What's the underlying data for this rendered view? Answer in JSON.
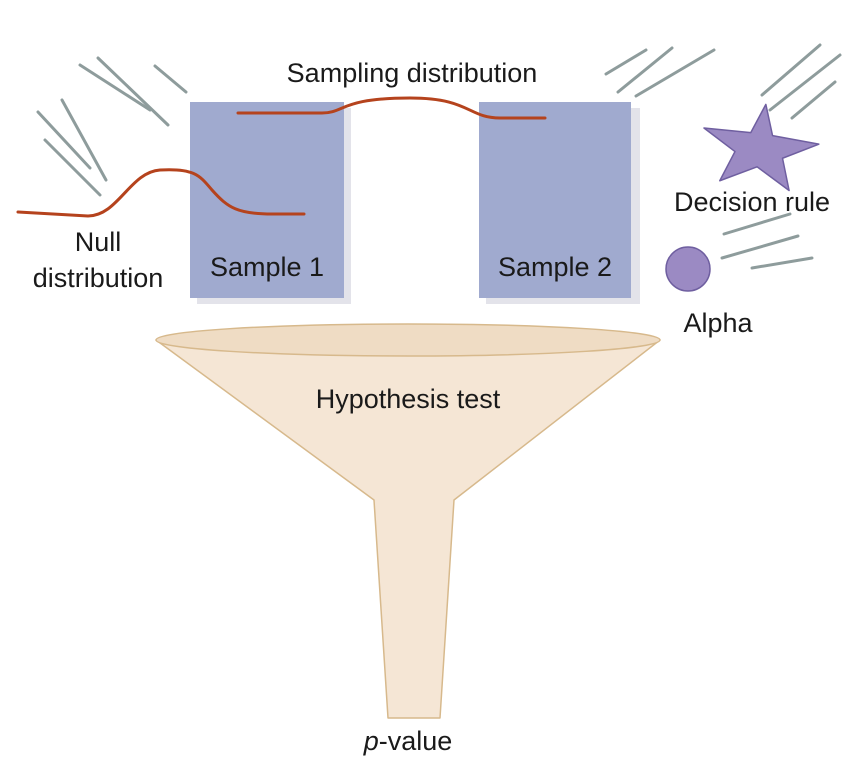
{
  "diagram": {
    "labels": {
      "sampling_distribution": "Sampling distribution",
      "null_line1": "Null",
      "null_line2": "distribution",
      "sample1": "Sample 1",
      "sample2": "Sample 2",
      "decision_rule": "Decision rule",
      "alpha": "Alpha",
      "hypothesis_test": "Hypothesis test",
      "p_italic": "p",
      "p_rest": "-value"
    },
    "colors": {
      "sample_box": "#a0aacf",
      "sample_box_shadow": "#e3e3ea",
      "curve": "#b5431d",
      "motion_lines": "#8e9c9c",
      "funnel_fill": "#f5e6d5",
      "funnel_rim": "#efdcc4",
      "funnel_stroke": "#d7b98c",
      "star": "#9b8ac3",
      "star_stroke": "#6f5fa0",
      "circle": "#9b8ac3",
      "circle_stroke": "#6f5fa0"
    }
  }
}
